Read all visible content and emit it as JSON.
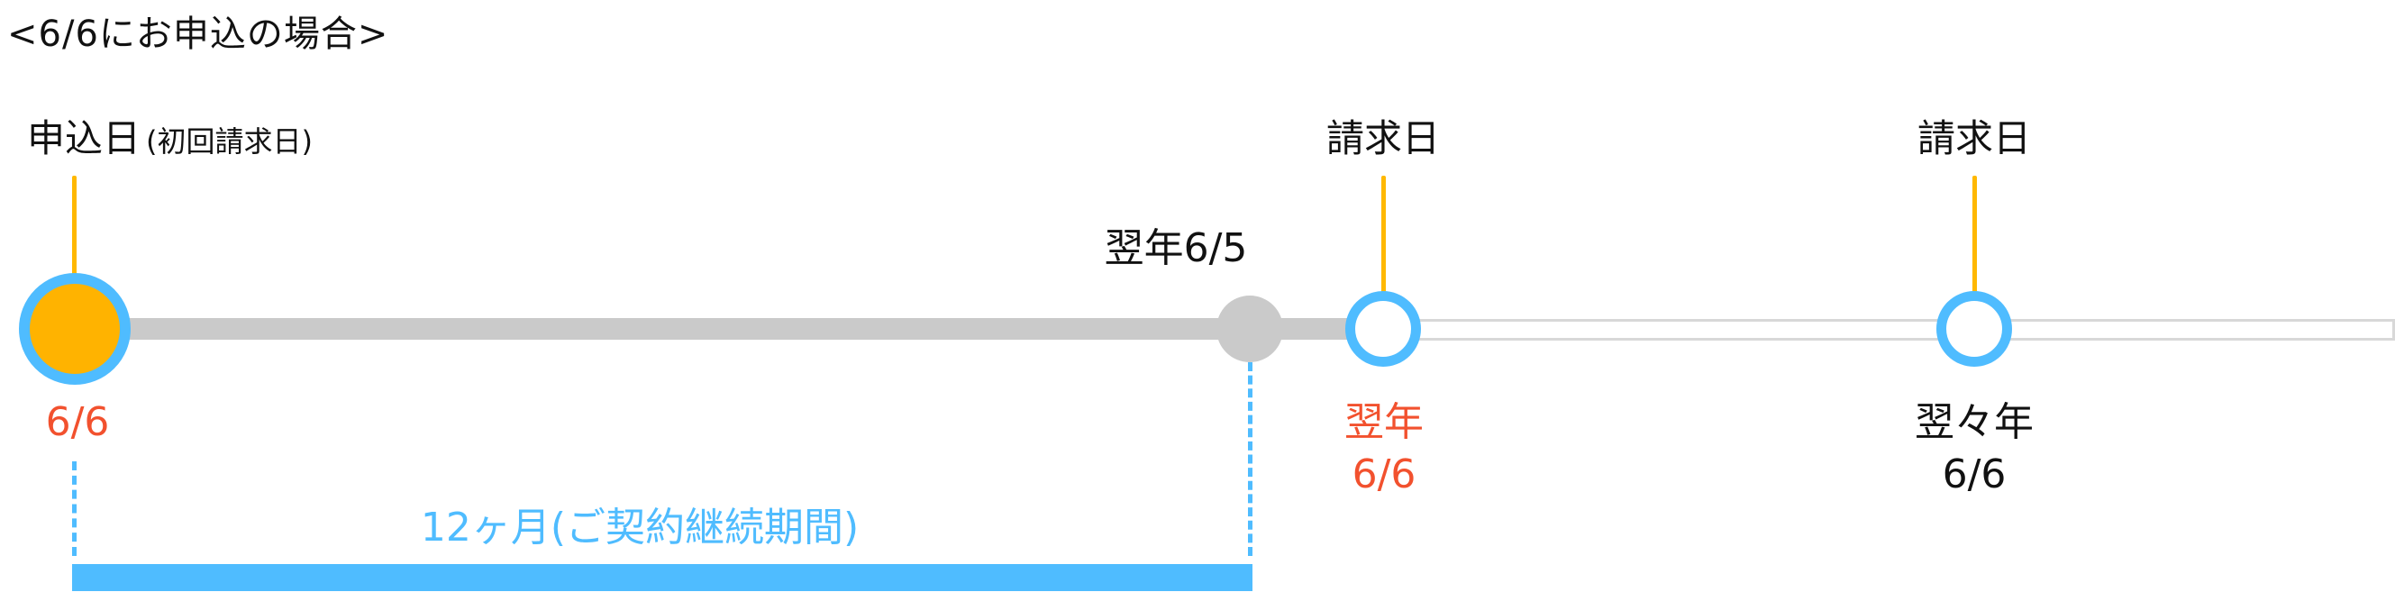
{
  "title": "<6/6にお申込の場合>",
  "colors": {
    "accent_blue": "#4fbcff",
    "marker_yellow": "#ffb800",
    "highlight_red": "#f2512e",
    "track_gray": "#cacaca"
  },
  "timeline": {
    "start": {
      "label": "申込日",
      "sublabel": "(初回請求日)",
      "date": "6/6"
    },
    "contract_end": {
      "label": "翌年6/5"
    },
    "billing_1": {
      "label": "請求日",
      "date_line1": "翌年",
      "date_line2": "6/6"
    },
    "billing_2": {
      "label": "請求日",
      "date_line1": "翌々年",
      "date_line2": "6/6"
    }
  },
  "period": {
    "label": "12ヶ月(ご契約継続期間)"
  }
}
